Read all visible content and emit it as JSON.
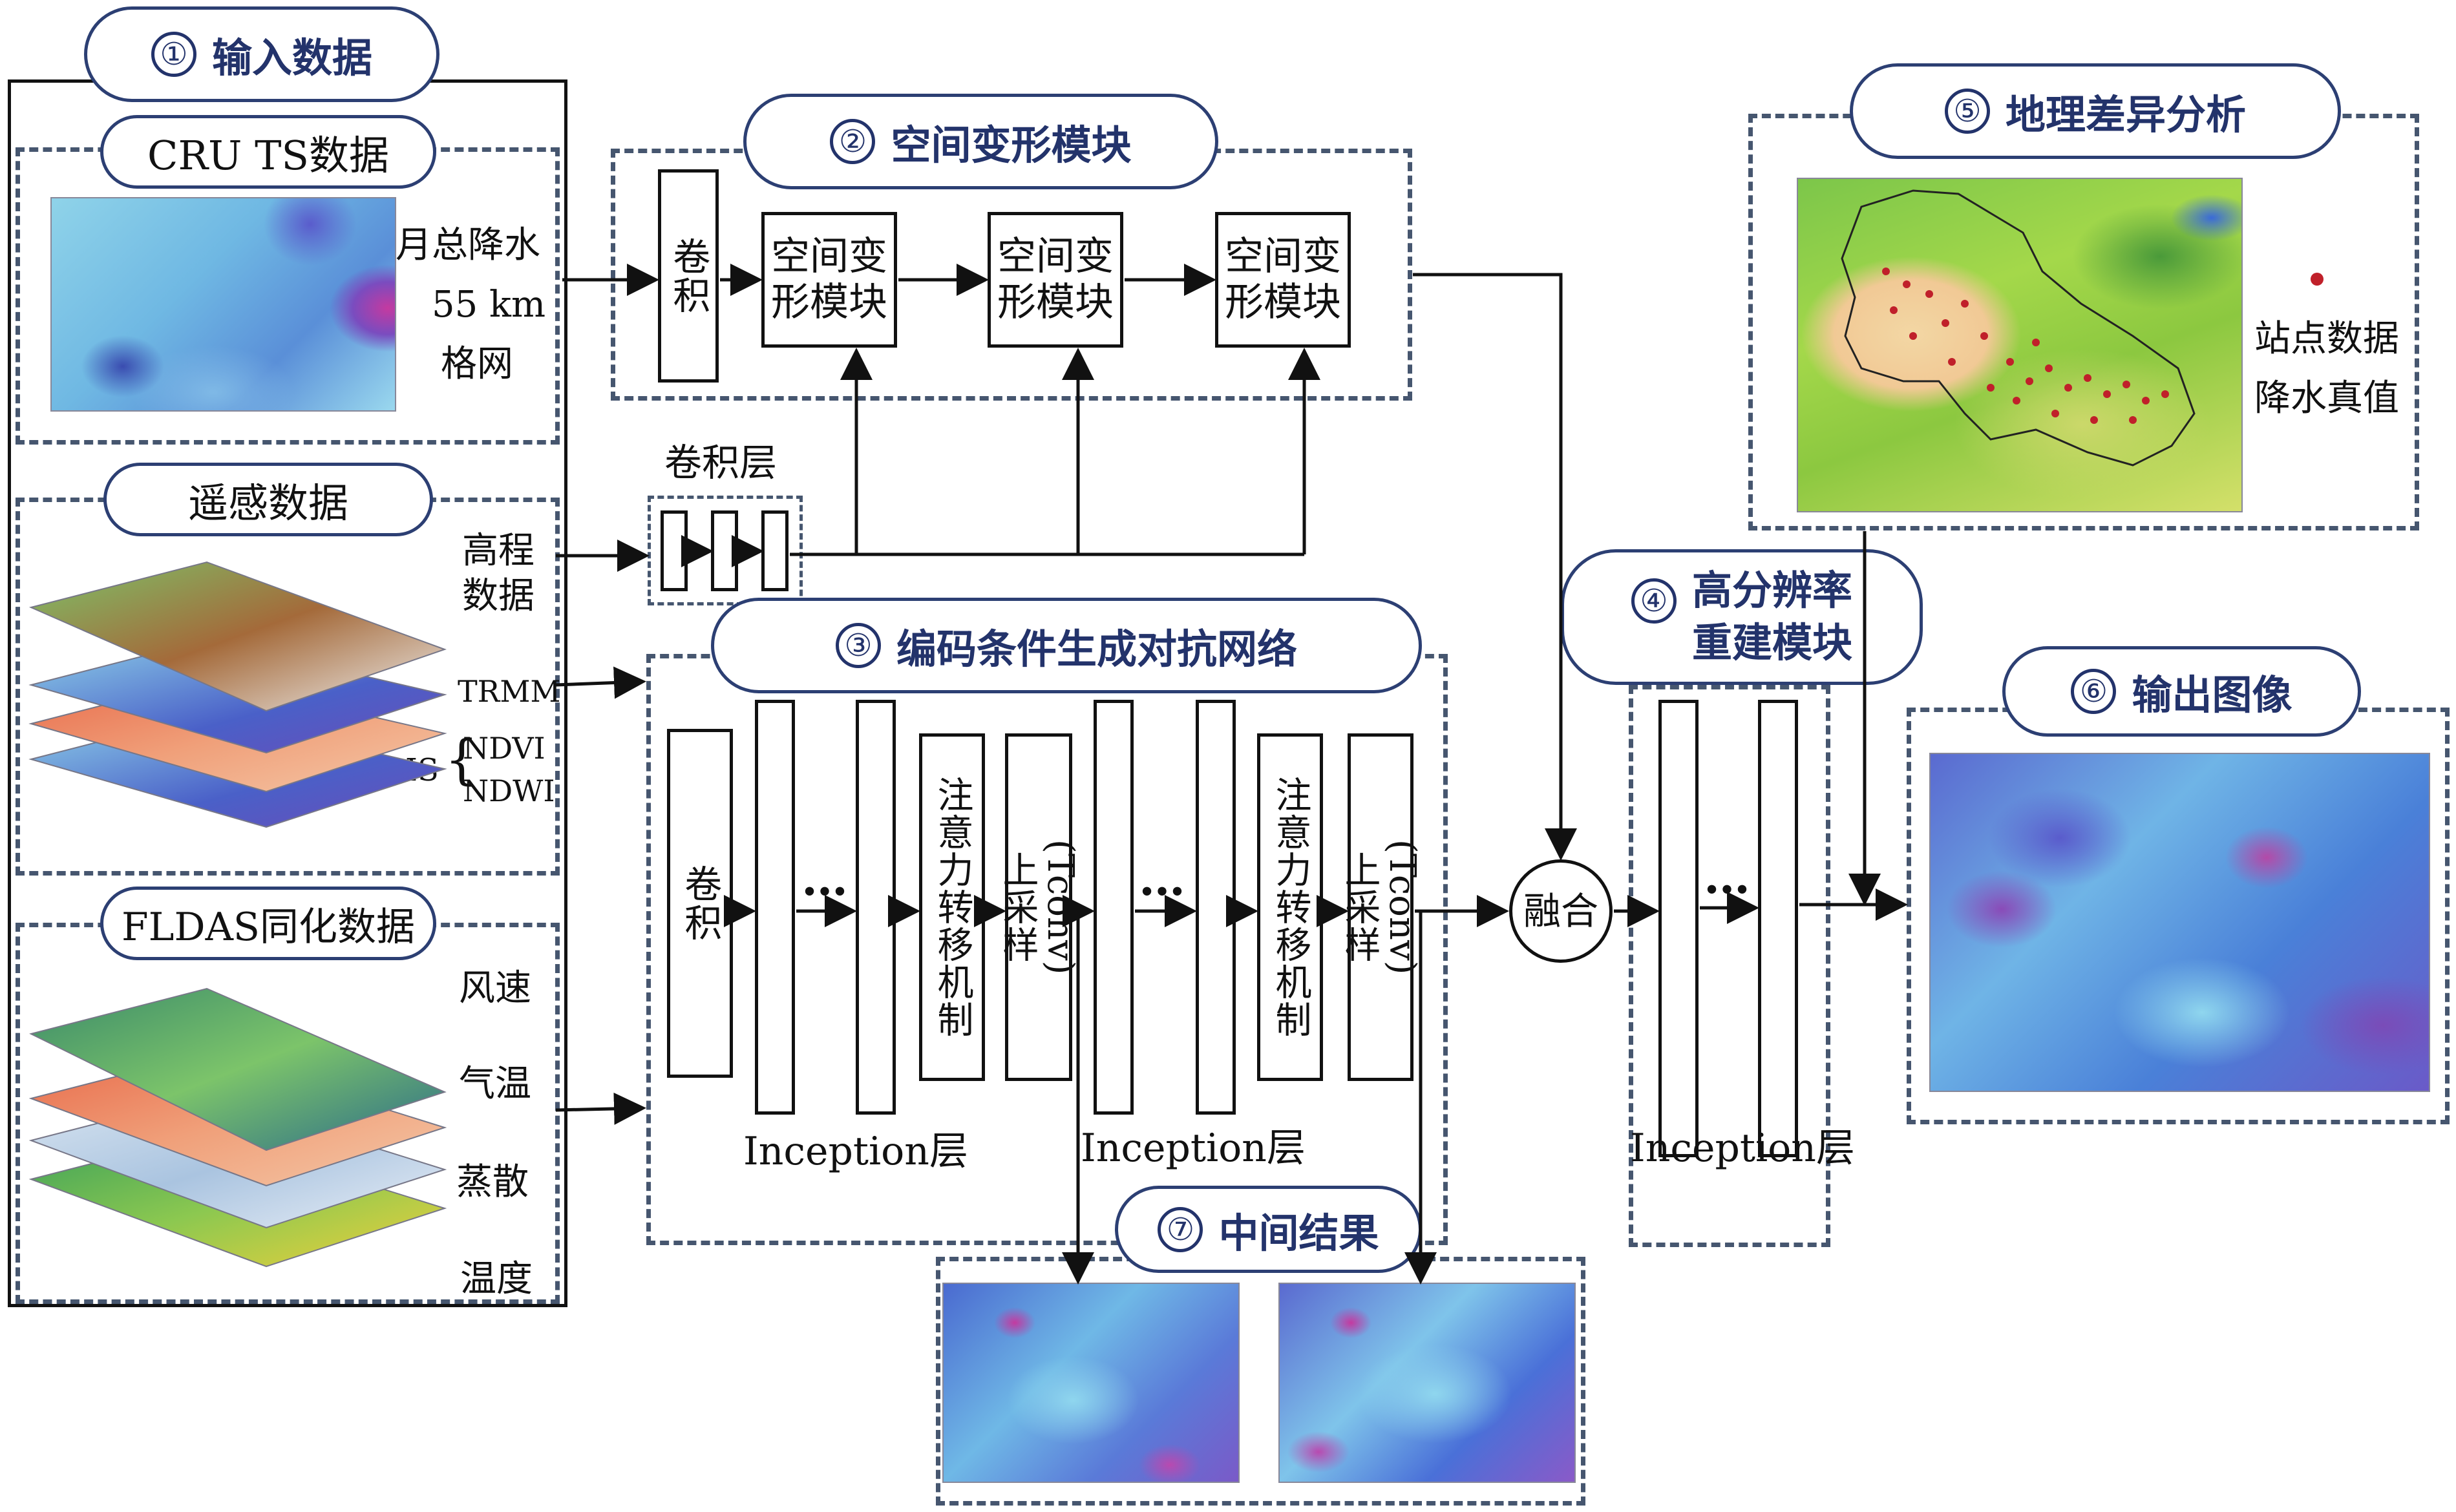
{
  "sections": {
    "input": {
      "num": "①",
      "title": "输入数据"
    },
    "spatial": {
      "num": "②",
      "title": "空间变形模块"
    },
    "gan": {
      "num": "③",
      "title": "编码条件生成对抗网络"
    },
    "hires": {
      "num": "④",
      "title": "高分辨率\n重建模块"
    },
    "geo": {
      "num": "⑤",
      "title": "地理差异分析"
    },
    "output": {
      "num": "⑥",
      "title": "输出图像"
    },
    "intermediate": {
      "num": "⑦",
      "title": "中间结果"
    }
  },
  "cru": {
    "title": "CRU TS数据",
    "labels": [
      "月总降水",
      "55 km",
      "格网"
    ]
  },
  "remote": {
    "title": "遥感数据",
    "elevation": "高程\n数据",
    "trmm": "TRMM",
    "modis": "MODIS",
    "ndvi": "NDVI",
    "ndwi": "NDWI"
  },
  "fldas": {
    "title": "FLDAS同化数据",
    "wind": "风速",
    "airtemp": "气温",
    "evap": "蒸散",
    "temp": "温度"
  },
  "spatial_module": {
    "conv": "卷积",
    "block": "空间变\n形模块"
  },
  "conv_layer": "卷积层",
  "gan_net": {
    "conv": "卷积",
    "ellipsis": "…",
    "attention": "注意力转移机制",
    "upsample_a": "上采样",
    "upsample_b": "(Tconv)",
    "inception": "Inception层"
  },
  "fusion": "融合",
  "station": {
    "line1": "站点数据",
    "line2": "降水真值"
  },
  "colors": {
    "accent": "#23336b",
    "dash": "#46566f"
  }
}
